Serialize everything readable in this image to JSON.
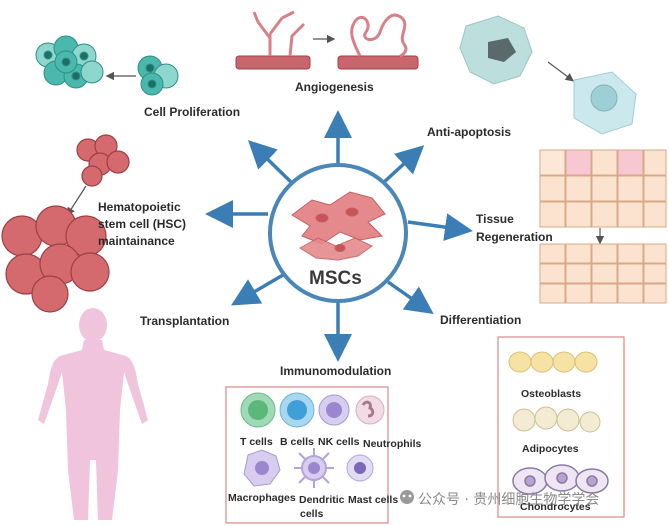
{
  "center": {
    "label": "MSCs"
  },
  "outcomes": {
    "cell_proliferation": "Cell Proliferation",
    "angiogenesis": "Angiogenesis",
    "anti_apoptosis": "Anti-apoptosis",
    "hsc_line1": "Hematopoietic",
    "hsc_line2": "stem cell (HSC)",
    "hsc_line3": "maintainance",
    "tissue_line1": "Tissue",
    "tissue_line2": "Regeneration",
    "transplantation": "Transplantation",
    "differentiation": "Differentiation",
    "immunomodulation": "Immunomodulation"
  },
  "immune_cells": {
    "t_cells": "T cells",
    "b_cells": "B cells",
    "nk_cells": "NK cells",
    "neutrophils": "Neutrophils",
    "macrophages": "Macrophages",
    "dendritic_line1": "Dendritic",
    "dendritic_line2": "cells",
    "mast_cells": "Mast cells"
  },
  "differentiated_cells": {
    "osteoblasts": "Osteoblasts",
    "adipocytes": "Adipocytes",
    "chondrocytes": "Chondrocytes"
  },
  "watermark": "公众号 · 贵州细胞生物学学会",
  "colors": {
    "arrow": "#3b7db5",
    "circle_border": "#4a86b8",
    "box_border": "#d9888a",
    "red_cell": "#d46a6e",
    "teal_cell": "#4bb8ad",
    "human": "#efc4dc"
  }
}
